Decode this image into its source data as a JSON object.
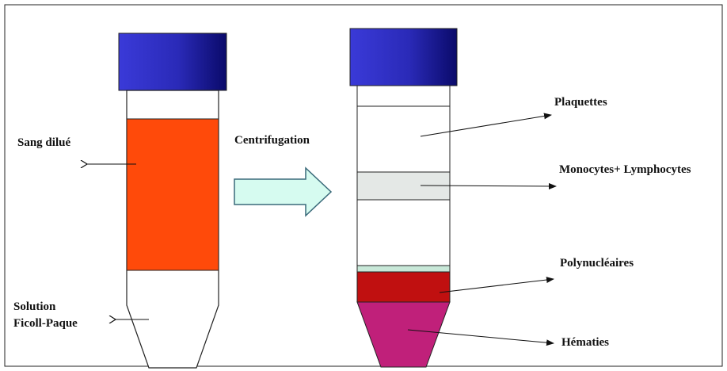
{
  "labels": {
    "centrifugation": "Centrifugation",
    "sang_dilue": "Sang dilué",
    "solution_line1": "Solution",
    "solution_line2": "Ficoll-Paque",
    "plaquettes": "Plaquettes",
    "monocytes": "Monocytes+ Lymphocytes",
    "polynucleaires": "Polynucléaires",
    "hematies": "Hématies"
  },
  "colors": {
    "cap_light": "#3a3ad8",
    "cap_dark": "#0a0a6a",
    "blood": "#ff4a0a",
    "arrow_fill": "#d6fbf0",
    "arrow_stroke": "#3a6a7a",
    "mono_band": "#e4e8e6",
    "thin_band": "#c8e8d8",
    "poly": "#c01010",
    "hematies": "#c0207a"
  }
}
